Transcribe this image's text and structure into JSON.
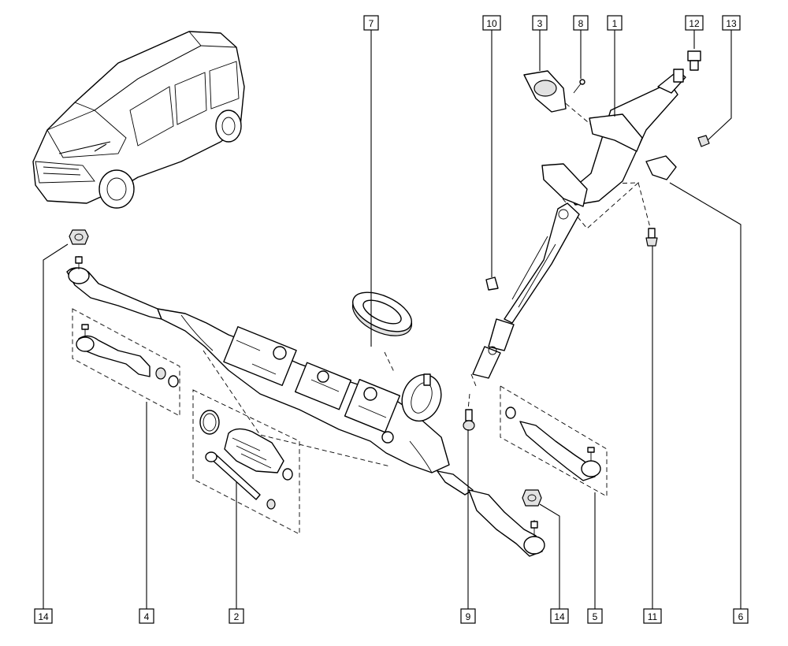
{
  "diagram": {
    "callouts": [
      {
        "id": "c7",
        "label": "7"
      },
      {
        "id": "c10",
        "label": "10"
      },
      {
        "id": "c3",
        "label": "3"
      },
      {
        "id": "c8",
        "label": "8"
      },
      {
        "id": "c1",
        "label": "1"
      },
      {
        "id": "c12",
        "label": "12"
      },
      {
        "id": "c13",
        "label": "13"
      },
      {
        "id": "c14a",
        "label": "14"
      },
      {
        "id": "c4",
        "label": "4"
      },
      {
        "id": "c2",
        "label": "2"
      },
      {
        "id": "c9",
        "label": "9"
      },
      {
        "id": "c14b",
        "label": "14"
      },
      {
        "id": "c5",
        "label": "5"
      },
      {
        "id": "c11",
        "label": "11"
      },
      {
        "id": "c6",
        "label": "6"
      }
    ]
  }
}
